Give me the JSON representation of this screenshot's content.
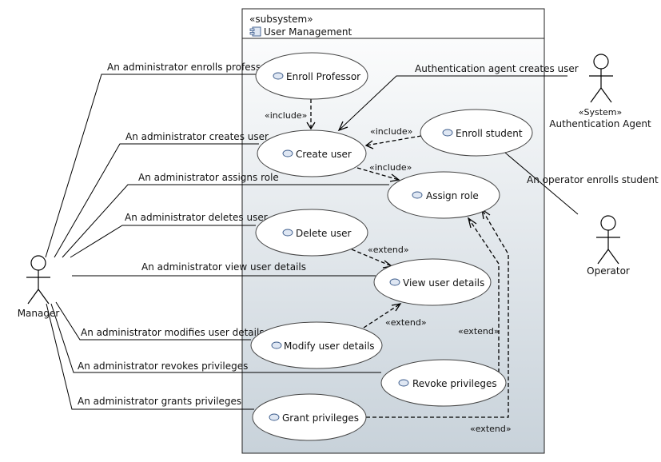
{
  "subsystem": {
    "stereotype": "«subsystem»",
    "name": "User Management"
  },
  "actors": {
    "manager": {
      "name": "Manager"
    },
    "auth_agent": {
      "stereotype": "«System»",
      "name": "Authentication Agent"
    },
    "operator": {
      "name": "Operator"
    }
  },
  "use_cases": {
    "enroll_professor": "Enroll Professor",
    "create_user": "Create user",
    "enroll_student": "Enroll student",
    "assign_role": "Assign role",
    "delete_user": "Delete user",
    "view_user_details": "View user details",
    "modify_user_details": "Modify user details",
    "revoke_privileges": "Revoke privileges",
    "grant_privileges": "Grant privileges"
  },
  "associations": {
    "enroll_professor": "An administrator enrolls professor",
    "create_user": "An administrator creates user",
    "assign_role": "An administrator assigns role",
    "delete_user": "An administrator deletes user",
    "view_user_details": "An administrator view user details",
    "modify_user_details": "An administrator modifies user details",
    "revoke_privileges": "An administrator revokes privileges",
    "grant_privileges": "An administrator grants privileges",
    "auth_creates_user": "Authentication agent creates user",
    "operator_enrolls_student": "An operator enrolls student"
  },
  "relations": {
    "professor_include": "«include»",
    "student_include": "«include»",
    "create_assign_include": "«include»",
    "delete_extend": "«extend»",
    "modify_extend": "«extend»",
    "revoke_extend": "«extend»",
    "grant_extend": "«extend»"
  }
}
